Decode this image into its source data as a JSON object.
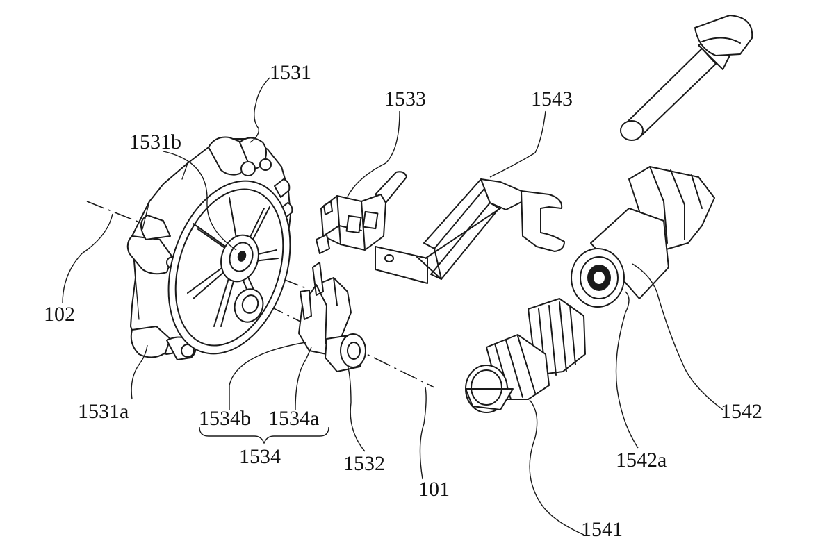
{
  "labels": {
    "l1531": "1531",
    "l1531b": "1531b",
    "l1533": "1533",
    "l1543": "1543",
    "l102": "102",
    "l1531a": "1531a",
    "l1534b": "1534b",
    "l1534a": "1534a",
    "l1534": "1534",
    "l1532": "1532",
    "l101": "101",
    "l1541": "1541",
    "l1542": "1542",
    "l1542a": "1542a"
  }
}
